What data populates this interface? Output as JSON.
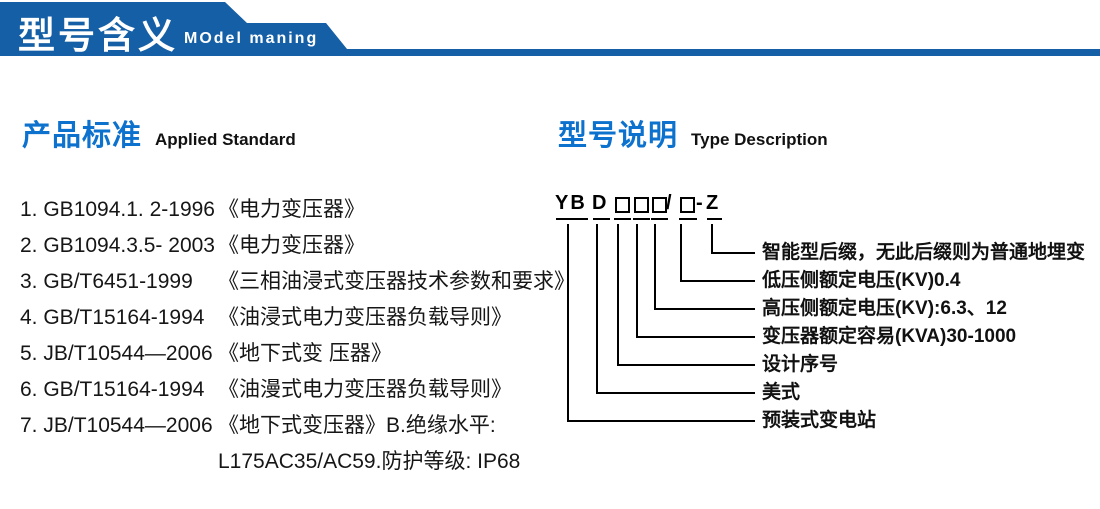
{
  "header": {
    "title_cn": "型号含义",
    "title_en": "MOdel maning"
  },
  "colors": {
    "header_blue": "#155fa6",
    "accent_blue": "#0d72cd",
    "line_black": "#000000"
  },
  "left_section": {
    "heading_cn": "产品标准",
    "heading_en": "Applied Standard",
    "items": [
      {
        "code": "1. GB1094.1. 2-1996",
        "title": "《电力变压器》"
      },
      {
        "code": "2. GB1094.3.5- 2003",
        "title": "《电力变压器》"
      },
      {
        "code": "3. GB/T6451-1999",
        "title": "《三相油浸式变压器技术参数和要求》"
      },
      {
        "code": "4. GB/T15164-1994",
        "title": "《油浸式电力变压器负载导则》"
      },
      {
        "code": "5. JB/T10544—2006",
        "title": "《地下式变 压器》"
      },
      {
        "code": "6. GB/T15164-1994",
        "title": "《油漫式电力变压器负载导则》"
      },
      {
        "code": "7. JB/T10544—2006",
        "title": "《地下式变压器》B.绝缘水平:"
      },
      {
        "code": "",
        "title": "L175AC35/AC59.防护等级: IP68"
      }
    ]
  },
  "right_section": {
    "heading_cn": "型号说明",
    "heading_en": "Type Description",
    "code_parts": {
      "prefix": "YB",
      "style": "D",
      "slash": "/",
      "dash": "-",
      "suffix": "Z"
    },
    "labels": [
      "智能型后缀，无此后缀则为普通地埋变",
      "低压侧额定电压(KV)0.4",
      "高压侧额定电压(KV):6.3、12",
      "变压器额定容易(KVA)30-1000",
      "设计序号",
      "美式",
      "预装式变电站"
    ]
  }
}
